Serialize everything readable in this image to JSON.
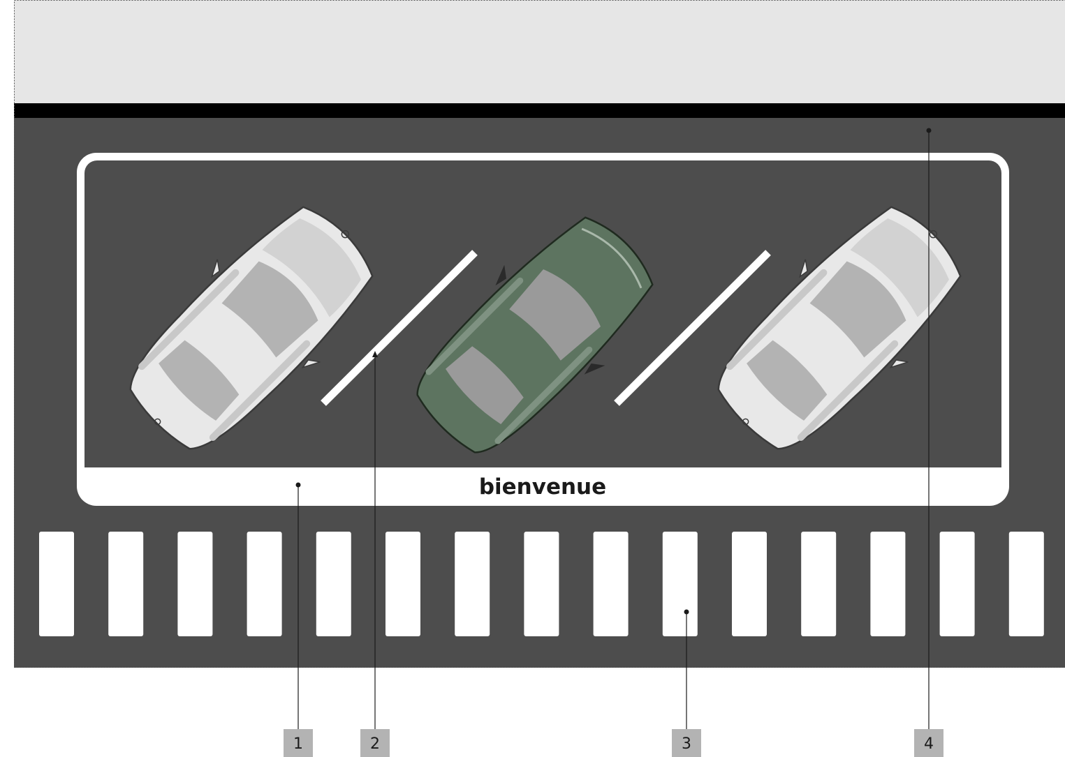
{
  "sign": {
    "welcome_text": "bienvenue"
  },
  "callouts": [
    {
      "number": "1",
      "target": "sign-frame"
    },
    {
      "number": "2",
      "target": "diagonal-parking-line"
    },
    {
      "number": "3",
      "target": "crosswalk-stripe"
    },
    {
      "number": "4",
      "target": "asphalt-surface"
    }
  ],
  "colors": {
    "sidewalk": "#e6e6e6",
    "curb": "#000000",
    "asphalt": "#4d4d4d",
    "markings": "#ffffff",
    "white_car_body": "#e6e6e6",
    "white_car_glass": "#b3b3b3",
    "green_car_body": "#5d7460",
    "callout_box": "#b3b3b3"
  }
}
